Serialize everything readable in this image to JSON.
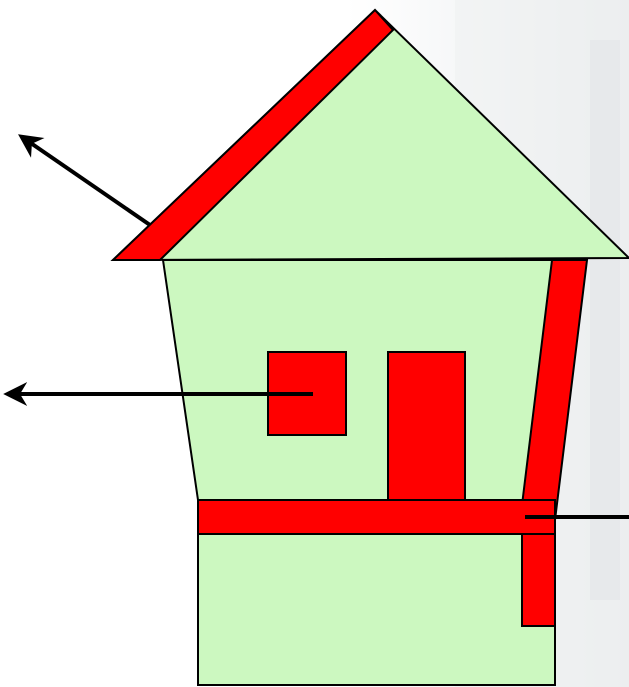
{
  "diagram": {
    "subject": "house",
    "colors": {
      "background": "#ffffff",
      "background_shade": "#e9ecee",
      "house_fill": "#ccf8c0",
      "highlight": "#ff0000",
      "outline": "#000000",
      "arrow": "#000000"
    },
    "highlighted_parts": [
      "roof-edge",
      "window",
      "door",
      "floor-band",
      "wall-pillar"
    ],
    "arrows": [
      {
        "name": "roof-edge-arrow",
        "direction": "up-left",
        "points_to": "roof-edge"
      },
      {
        "name": "window-arrow",
        "direction": "left",
        "points_to": "window"
      },
      {
        "name": "floor-band-line",
        "direction": "right",
        "points_to": "floor-band"
      }
    ]
  }
}
